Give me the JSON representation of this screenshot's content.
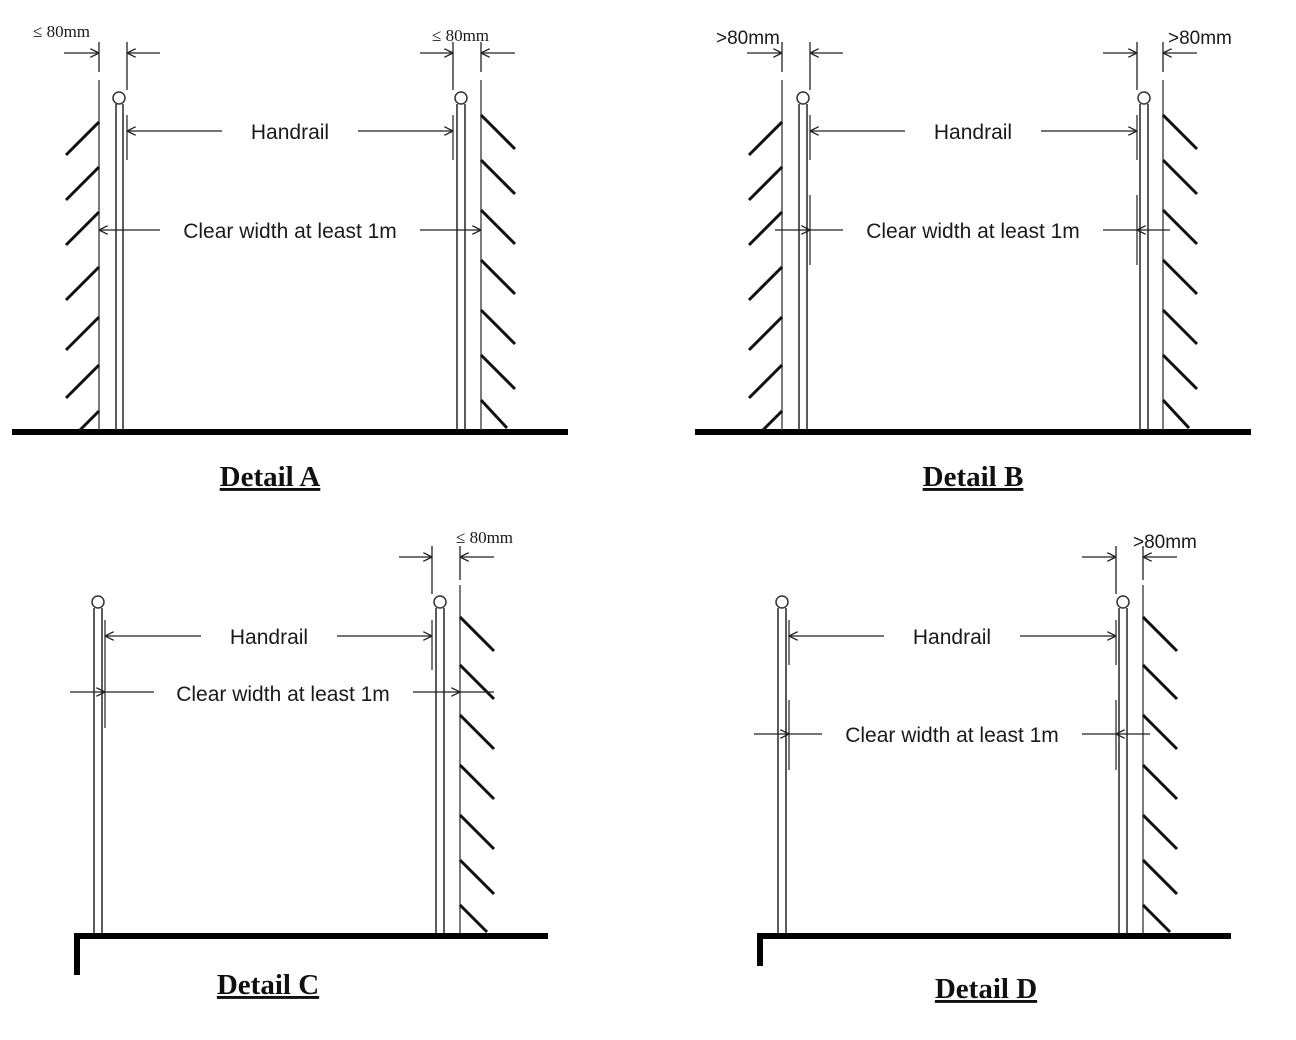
{
  "labels": {
    "handrail": "Handrail",
    "clear_width": "Clear width at least 1m",
    "dim_le": "≤ 80mm",
    "dim_gt": ">80mm"
  },
  "details": {
    "a": {
      "title": "Detail A"
    },
    "b": {
      "title": "Detail B"
    },
    "c": {
      "title": "Detail C"
    },
    "d": {
      "title": "Detail D"
    }
  }
}
